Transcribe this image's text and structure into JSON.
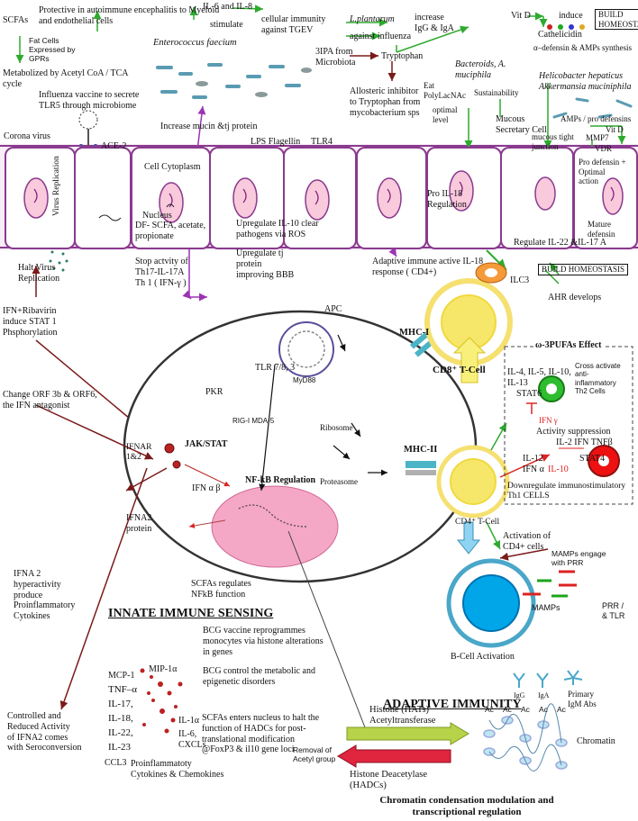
{
  "top": {
    "scfas": "SCFAs",
    "protective": "Protective in autoimmune encephalitis to Myeloid\nand endothelial cells",
    "fat_cells": "Fat Cells\nExpressed by\nGPRs",
    "metabolized": "Metabolized by Acetyl CoA / TCA\ncycle",
    "influenza_vaccine": "Influenza vaccine to secrete\nTLR5 through microbiome",
    "il6_il8": "IL-6 and IL-8",
    "stimulate": "stimulate",
    "cellular_immunity": "cellular immunity\nagainst TGEV",
    "enterococcus": "Enterococcus faecium",
    "increase_mucin": "Increase mucin &tj protein",
    "lplantarum": "L.plantarum",
    "against_influenza": "against influenza",
    "increase_igg": "increase\nIgG & IgA",
    "ipa": "3IPA from\nMicrobiota",
    "tryptophan": "Tryptophan",
    "allosteric": "Allosteric inhibitor\nto Tryptophan from\nmycobacterium sps",
    "vit_d_top": "Vit D",
    "induce": "induce",
    "build_homeostasis_top": "BUILD HOMEOSTASIS",
    "cathelicidin": "Cathelicidin",
    "defensin_amps": "α–defensin  & AMPs synthesis",
    "bacteroids": "Bacteroids, A.\nmuciphila",
    "eat": "Eat\nPolyLacNAc",
    "sustainability": "Sustainability",
    "optimal_level": "optimal\nlevel",
    "helicobacter": "Helicobacter hepaticus\nAkkermansia muciniphila",
    "mucous_secretary": "Mucous\nSecretary Cell",
    "mucous_tight": "mucous tight\njunction",
    "amps_pro": "AMPs / pro defensins",
    "vit_d_right": "Vit D",
    "mmp7": "MMP7",
    "vdr": "VDR"
  },
  "membrane": {
    "corona": "Corona virus",
    "ace2": "ACE-2",
    "lps": "LPS Flagellin",
    "tlr4": "TLR4",
    "virus_replication": "Virus Replication",
    "cell_cytoplasm": "Cell Cytoplasm",
    "nucleus": "Nucleus",
    "pro_il18": "Pro IL-18\nRegulation",
    "pro_defensin": "Pro defensin +\nOptimal\naction",
    "mature_defensin": "Mature\ndefensin"
  },
  "middle": {
    "halt_virus": "Halt Virus\nReplication",
    "df_scfa": "DF- SCFA, acetate,\npropionate",
    "upregulate_il10": "Upregulate IL-10 clear\npathogens via ROS",
    "stop_activity": "Stop actvity of\nTh17-IL-17A\nTh 1 ( IFN-γ )",
    "upregulate_tj": "Upregulate tj\nprotein\nimproving BBB",
    "adaptive_response": "Adaptive immune\nresponse ( CD4+)",
    "active_il18": "active IL-18",
    "regulate_il22": "Regulate IL-22 &IL-17 A",
    "ilc3": "ILC3",
    "build_homeostasis_mid": "BUILD HOMEOSTASIS",
    "ahr": "AHR develops",
    "ifn_ribavirin": "IFN+Ribavirin\ninduce STAT 1\nPhsphorylation",
    "apc": "APC",
    "mhc1": "MHC-I",
    "cd8": "CD8⁺ T-Cell",
    "change_orf": "Change ORF 3b & ORF6,\nthe IFN antagonist",
    "pkr": "PKR",
    "tlr78": "TLR 7/8, 3",
    "myd88": "MyD88",
    "rig": "RIG-I MDA-5",
    "ribosome": "Ribosome",
    "proteasome": "Proteasome",
    "mhc2": "MHC-II",
    "jak_stat": "JAK/STAT",
    "nfkb": "NF-kB Regulation",
    "ifnar": "IFNAR\n1&2",
    "ifn_ab": "IFN α β",
    "ifna2_protein": "IFNA2\nprotein",
    "cd4": "CD4⁺ T-Cell",
    "activation_cd4": "Activation of\nCD4+ cells"
  },
  "omega": {
    "title": "ω-3PUFAs Effect",
    "il4": "IL-4, IL-5, IL-10,\nIL-13",
    "stat6": "STAT6",
    "cross_activate": "Cross activate\nanti-\ninflammatory\nTh2 Cells",
    "ifn_gamma": "IFN γ",
    "activity_suppression": "Activity suppression",
    "il2": "IL-2 IFN  TNFβ",
    "il12": "IL-12\nIFN α",
    "il10": "IL-10",
    "stat4": "STAT4",
    "downregulate": "Downregulate immunostimulatory\nTh1 CELLS"
  },
  "lower": {
    "mamps_engage": "MAMPs engage\nwith PRR",
    "mamps": "MAMPs",
    "prr": "PRR /\n& TLR",
    "scfa_nfkb": "SCFAs regulates\nNFkB function",
    "innate": "INNATE IMMUNE SENSING",
    "ifna2_hyper": "IFNA 2\nhyperactivity\nproduce\nProinflammatory\nCytokines",
    "bcg_vaccine": "BCG vaccine reprogrammes\nmonocytes via histone alterations\nin genes",
    "bcg_control": "BCG control the metabolic and\nepigenetic disorders",
    "bcell": "B-Cell Activation",
    "igg": "IgG",
    "iga": "IgA",
    "igm": "Primary\nIgM Abs",
    "adaptive": "ADAPTIVE IMMUNITY",
    "mcp1": "MCP-1",
    "mip1a": "MIP-1α",
    "tnfa": "TNF–α",
    "il17": "IL-17,",
    "il18": "IL-18,",
    "il22": "IL-22,",
    "il23": "IL-23",
    "ccl3": "CCL3",
    "il1a": "IL-1α",
    "il6cx": "IL-6,\nCXCLs",
    "proinflam": "Proinflammatoty\nCytokines  & Chemokines",
    "controlled": "Controlled and\nReduced Activity\nof IFNA2 comes\nwith Seroconversion",
    "scfa_nucleus": "SCFAs enters nucleus to halt the\nfunction of HADCs for post-\ntranslational modification\n@FoxP3 & il10 gene loci",
    "histone_at": "Histone     (HATs)\nAcetyltransferase",
    "chromatin": "Chromatin",
    "ac": "Ac",
    "removal": "Removal of\nAcetyl group",
    "histone_dac": "Histone Deacetylase\n(HADCs)",
    "chromatin_mod": "Chromatin condensation modulation and\ntranscriptional regulation"
  }
}
